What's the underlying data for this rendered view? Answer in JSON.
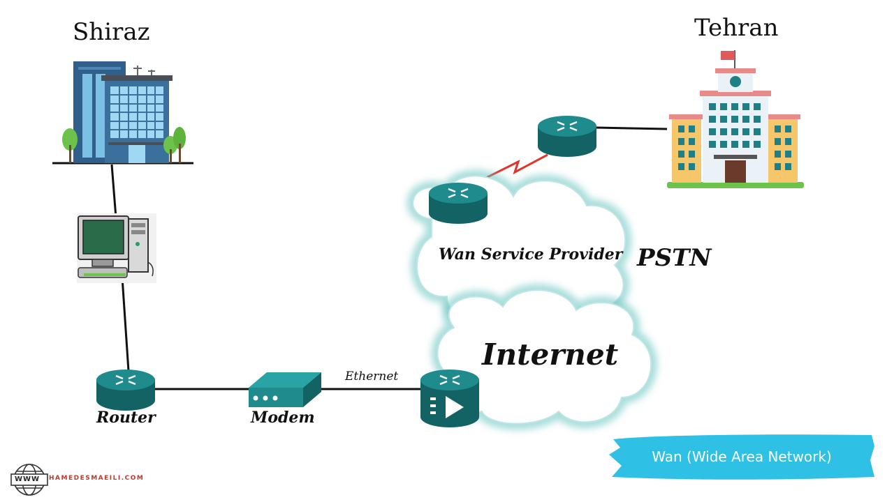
{
  "colors": {
    "device": "#1f8b8d",
    "device_dark": "#136264",
    "cloud_glow": "#64c3c0",
    "serial_link": "#e4342a",
    "banner": "#2fc0e6",
    "link": "#111111"
  },
  "sites": {
    "shiraz": "Shiraz",
    "tehran": "Tehran"
  },
  "devices": {
    "router": "Router",
    "modem": "Modem"
  },
  "links": {
    "ethernet": "Ethernet"
  },
  "clouds": {
    "wan": "Wan Service Provider",
    "internet": "Internet"
  },
  "network_label": "PSTN",
  "banner": "Wan (Wide Area Network)",
  "logo": {
    "www": "WWW",
    "site": "HAMEDESMAEILI.COM"
  }
}
